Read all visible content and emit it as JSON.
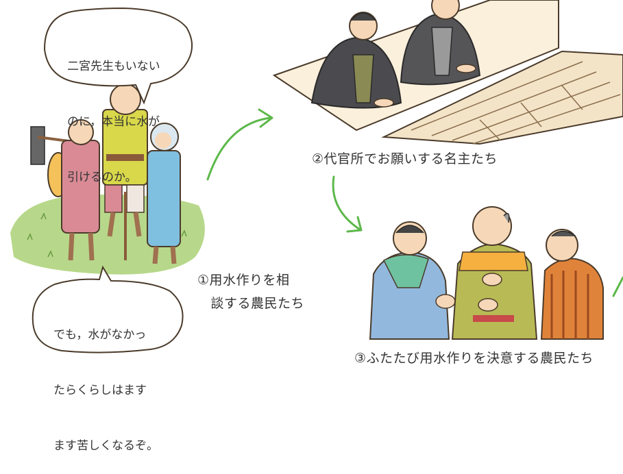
{
  "scene1": {
    "speech_top": [
      "二宮先生もいない",
      "のに，本当に水が",
      "引けるのか。"
    ],
    "speech_bottom": [
      "でも，水がなかっ",
      "たらくらしはます",
      "ます苦しくなるぞ。"
    ],
    "caption": [
      "①用水作りを相",
      "　談する農民たち"
    ]
  },
  "scene2": {
    "caption": "②代官所でお願いする名主たち"
  },
  "scene3": {
    "caption": "③ふたたび用水作りを決意する農民たち"
  },
  "colors": {
    "arrow": "#5cb84a",
    "grass": "#b7d88a",
    "outline": "#4a3a2a",
    "mat": "#fbf0dc"
  }
}
